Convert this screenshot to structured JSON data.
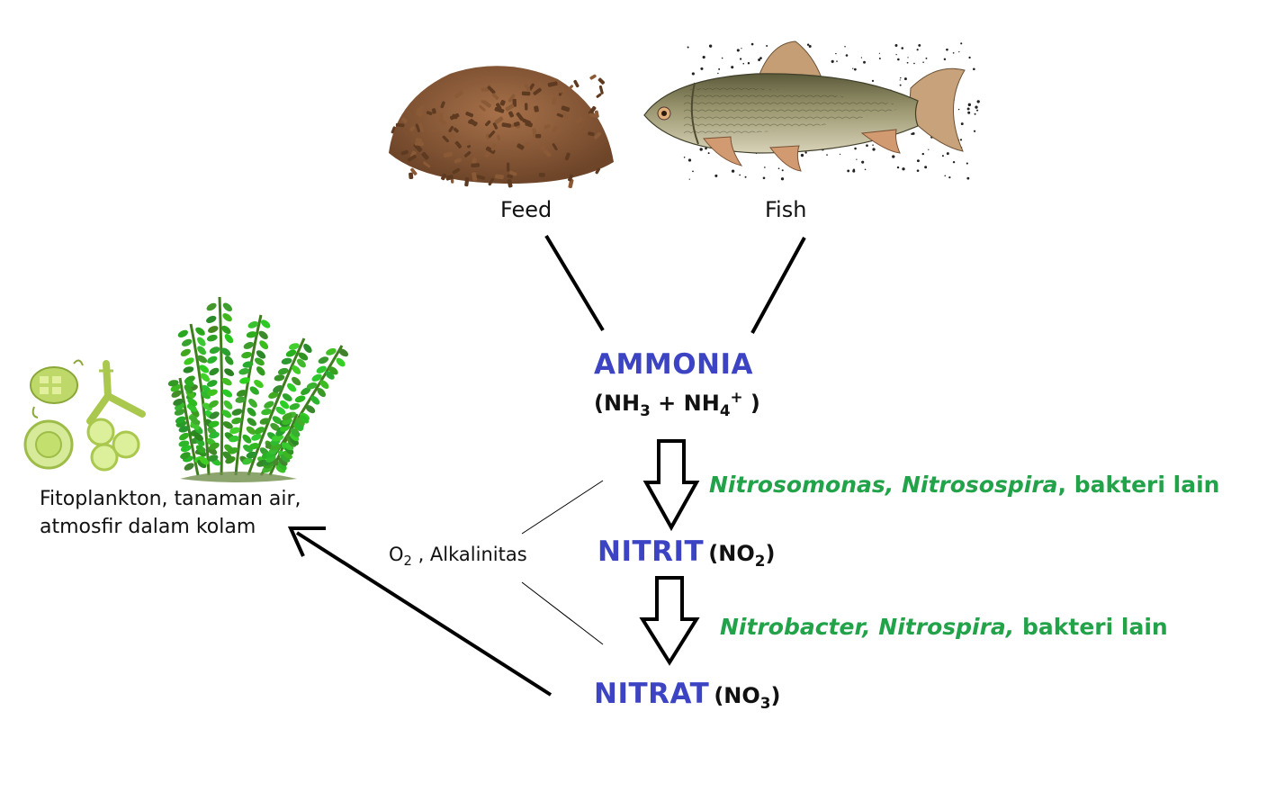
{
  "colors": {
    "node_blue": "#3c44c4",
    "bacteria_green": "#22a34a",
    "text": "#111111",
    "line": "#000000"
  },
  "inputs": {
    "feed_label": "Feed",
    "fish_label": "Fish"
  },
  "nodes": {
    "ammonia": {
      "name": "AMMONIA",
      "formula_open": "(NH",
      "formula_sub1": "3",
      "formula_mid": " + NH",
      "formula_sub2": "4",
      "formula_sup": "+",
      "formula_close": " )"
    },
    "nitrit": {
      "name": "NITRIT",
      "formula_open": "(NO",
      "formula_sub": "2",
      "formula_close": ")"
    },
    "nitrat": {
      "name": "NITRAT",
      "formula_open": "(NO",
      "formula_sub": "3",
      "formula_close": ")"
    }
  },
  "bacteria": {
    "step1": {
      "italic": "Nitrosomonas, Nitrosospira",
      "rest": ", bakteri lain"
    },
    "step2": {
      "italic": "Nitrobacter, Nitrospira,",
      "rest": " bakteri lain"
    }
  },
  "conditions": {
    "o2_main": "O",
    "o2_sub": "2",
    "separator": " , ",
    "alkalinity": "Alkalinitas"
  },
  "sink": {
    "label": "Fitoplankton, tanaman air,\natmosfir dalam kolam"
  },
  "icons": [
    "feed-pellets-icon",
    "fish-icon",
    "phytoplankton-icon",
    "aquatic-plant-icon"
  ]
}
